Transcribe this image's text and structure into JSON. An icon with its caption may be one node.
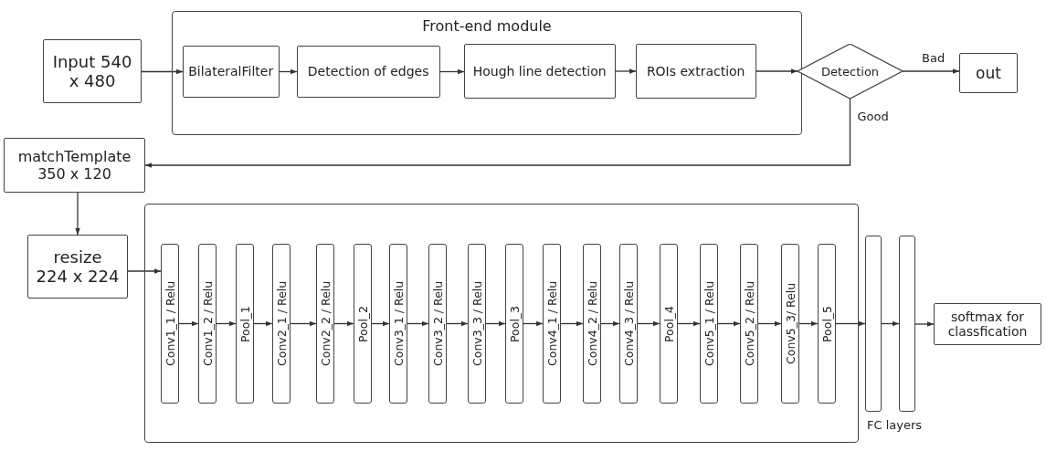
{
  "diagram": {
    "nodes": [
      {
        "text": [
          "Input 540 x 480"
        ]
      },
      {
        "text": [
          "Front-end module"
        ]
      },
      {
        "text": [
          "BilateralFilter"
        ],
        "in": 1
      },
      {
        "text": [
          "Detection of edges"
        ],
        "in": 1
      },
      {
        "text": [
          "Hough line detection"
        ],
        "in": 1
      },
      {
        "text": [
          "ROIs extraction"
        ],
        "in": 1
      },
      {
        "text": [
          "Detection"
        ]
      },
      {
        "text": [
          "out"
        ]
      },
      {
        "text": [
          "matchTemplate 350 x 120"
        ]
      },
      {
        "text": [
          "resize 224 x 224"
        ]
      },
      {
        "text": [],
        "shape": "box"
      },
      {
        "text": [
          "Conv1_1 / Relu"
        ],
        "in": 10
      },
      {
        "text": [
          "Conv1_2 / Relu"
        ],
        "in": 10
      },
      {
        "text": [
          "Pool_1"
        ],
        "in": 10
      },
      {
        "text": [
          "Conv2_1 / Relu"
        ],
        "in": 10
      },
      {
        "text": [
          "Conv2_2 / Relu"
        ],
        "in": 10
      },
      {
        "text": [
          "Pool_2"
        ],
        "in": 10
      },
      {
        "text": [
          "Conv3_1 / Relu"
        ],
        "in": 10
      },
      {
        "text": [
          "Conv3_2 / Relu"
        ],
        "in": 10
      },
      {
        "text": [
          "Conv3_3 / Relu"
        ],
        "in": 10
      },
      {
        "text": [
          "Pool_3"
        ],
        "in": 10
      },
      {
        "text": [
          "Conv4_1 / Relu"
        ],
        "in": 10
      },
      {
        "text": [
          "Conv4_2 / Relu"
        ],
        "in": 10
      },
      {
        "text": [
          "Conv4_3 / Relu"
        ],
        "in": 10
      },
      {
        "text": [
          "Pool_4"
        ],
        "in": 10
      },
      {
        "text": [
          "Conv5_1 / Relu"
        ],
        "in": 10
      },
      {
        "text": [
          "Conv5_2 / Relu"
        ],
        "in": 10
      },
      {
        "text": [
          "Conv5_3/ Relu"
        ],
        "in": 10
      },
      {
        "text": [
          "Pool_5"
        ],
        "in": 10
      },
      {
        "text": [],
        "shape": "box"
      },
      {
        "text": [],
        "shape": "box"
      },
      {
        "text": [
          "softmax for classfication"
        ]
      }
    ],
    "edges": [
      {
        "from": 0,
        "to": 2,
        "arrow": "to"
      },
      {
        "from": 2,
        "to": 3,
        "arrow": "to"
      },
      {
        "from": 3,
        "to": 4,
        "arrow": "to"
      },
      {
        "from": 4,
        "to": 5,
        "arrow": "to"
      },
      {
        "from": 5,
        "to": 6,
        "arrow": "to"
      },
      {
        "from": 6,
        "to": 7,
        "arrow": "to",
        "label": "Bad"
      },
      {
        "from": 6,
        "to": 8,
        "arrow": "to",
        "label": "Good"
      },
      {
        "from": 8,
        "to": 9,
        "arrow": "to"
      },
      {
        "from": 9,
        "to": 11,
        "arrow": "to"
      },
      {
        "from": 11,
        "to": 12,
        "arrow": "to"
      },
      {
        "from": 12,
        "to": 13,
        "arrow": "to"
      },
      {
        "from": 13,
        "to": 14,
        "arrow": "to"
      },
      {
        "from": 14,
        "to": 15,
        "arrow": "to"
      },
      {
        "from": 15,
        "to": 16,
        "arrow": "to"
      },
      {
        "from": 16,
        "to": 17,
        "arrow": "to"
      },
      {
        "from": 17,
        "to": 18,
        "arrow": "to"
      },
      {
        "from": 18,
        "to": 19,
        "arrow": "to"
      },
      {
        "from": 19,
        "to": 20,
        "arrow": "to"
      },
      {
        "from": 20,
        "to": 21,
        "arrow": "to"
      },
      {
        "from": 21,
        "to": 22,
        "arrow": "to"
      },
      {
        "from": 22,
        "to": 23,
        "arrow": "to"
      },
      {
        "from": 23,
        "to": 24,
        "arrow": "to"
      },
      {
        "from": 24,
        "to": 25,
        "arrow": "to"
      },
      {
        "from": 25,
        "to": 26,
        "arrow": "to"
      },
      {
        "from": 26,
        "to": 27,
        "arrow": "to"
      },
      {
        "from": 27,
        "to": 28,
        "arrow": "to"
      },
      {
        "from": 28,
        "to": 29,
        "arrow": "to"
      },
      {
        "from": 29,
        "to": 30,
        "arrow": "to"
      },
      {
        "from": 30,
        "to": 31,
        "arrow": "to"
      }
    ],
    "labels": [
      "FC layers"
    ]
  }
}
